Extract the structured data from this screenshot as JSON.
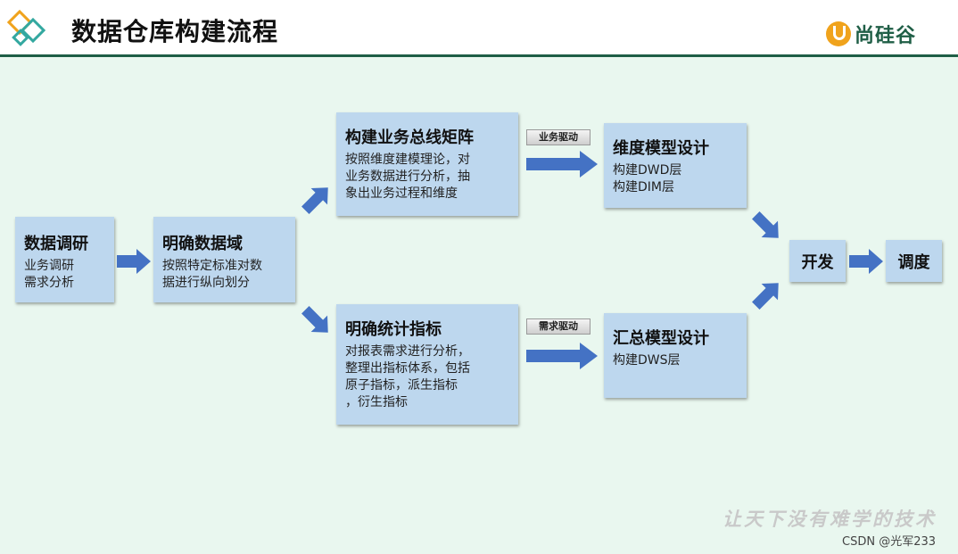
{
  "title": "数据仓库构建流程",
  "logo": {
    "text": "尚硅谷",
    "icon": "u-logo-icon"
  },
  "nodes": {
    "research": {
      "title": "数据调研",
      "body": "业务调研\n需求分析"
    },
    "domain": {
      "title": "明确数据域",
      "body": "按照特定标准对数\n据进行纵向划分"
    },
    "bus_matrix": {
      "title": "构建业务总线矩阵",
      "body": "按照维度建模理论，对\n业务数据进行分析，抽\n象出业务过程和维度"
    },
    "metrics": {
      "title": "明确统计指标",
      "body": "对报表需求进行分析，\n整理出指标体系，包括\n原子指标，派生指标\n，衍生指标"
    },
    "dim_model": {
      "title": "维度模型设计",
      "body": "构建DWD层\n构建DIM层"
    },
    "summary_model": {
      "title": "汇总模型设计",
      "body": "构建DWS层"
    },
    "develop": {
      "title": "开发"
    },
    "schedule": {
      "title": "调度"
    }
  },
  "tags": {
    "business_driven": "业务驱动",
    "demand_driven": "需求驱动"
  },
  "watermark": "让天下没有难学的技术",
  "credit": "CSDN @光军233",
  "colors": {
    "box": "#bdd7ee",
    "arrow": "#4472c4",
    "background": "#e9f7ef",
    "header_line": "#1f5e46"
  }
}
